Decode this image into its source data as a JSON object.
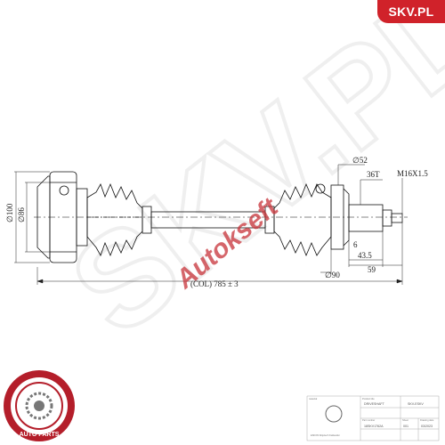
{
  "brand": {
    "name": "SKV.PL",
    "color": "#d0222a"
  },
  "watermark": {
    "main": "SKV.PL",
    "overlay": "Autokseft"
  },
  "dimensions": {
    "outer_diameter_left": "∅100",
    "inner_diameter_left": "∅86",
    "diameter_right_top": "∅52",
    "teeth": "36T",
    "thread": "M16X1.5",
    "length_43_5": "43.5",
    "length_59": "59",
    "length_6": "6",
    "diameter_right_bottom": "∅90",
    "total_length": "(COL) 785 ± 3"
  },
  "title_block": {
    "material_label": "material",
    "product_label": "Product title",
    "product_value": "DRIVESHAFT",
    "code_value": "SKV-ESKV",
    "part_no_label": "Part number",
    "part_no_value": "18SKV1762A",
    "sheet_label": "Sheet",
    "sheet_value": "001",
    "date_label": "Drawing date",
    "date_value": "03/2023",
    "address": "ESKON Wojciech Kuklewski",
    "icon": "company-logo"
  },
  "seal": {
    "icon": "skv-auto-parts-seal",
    "text": "AUTO PARTS"
  }
}
